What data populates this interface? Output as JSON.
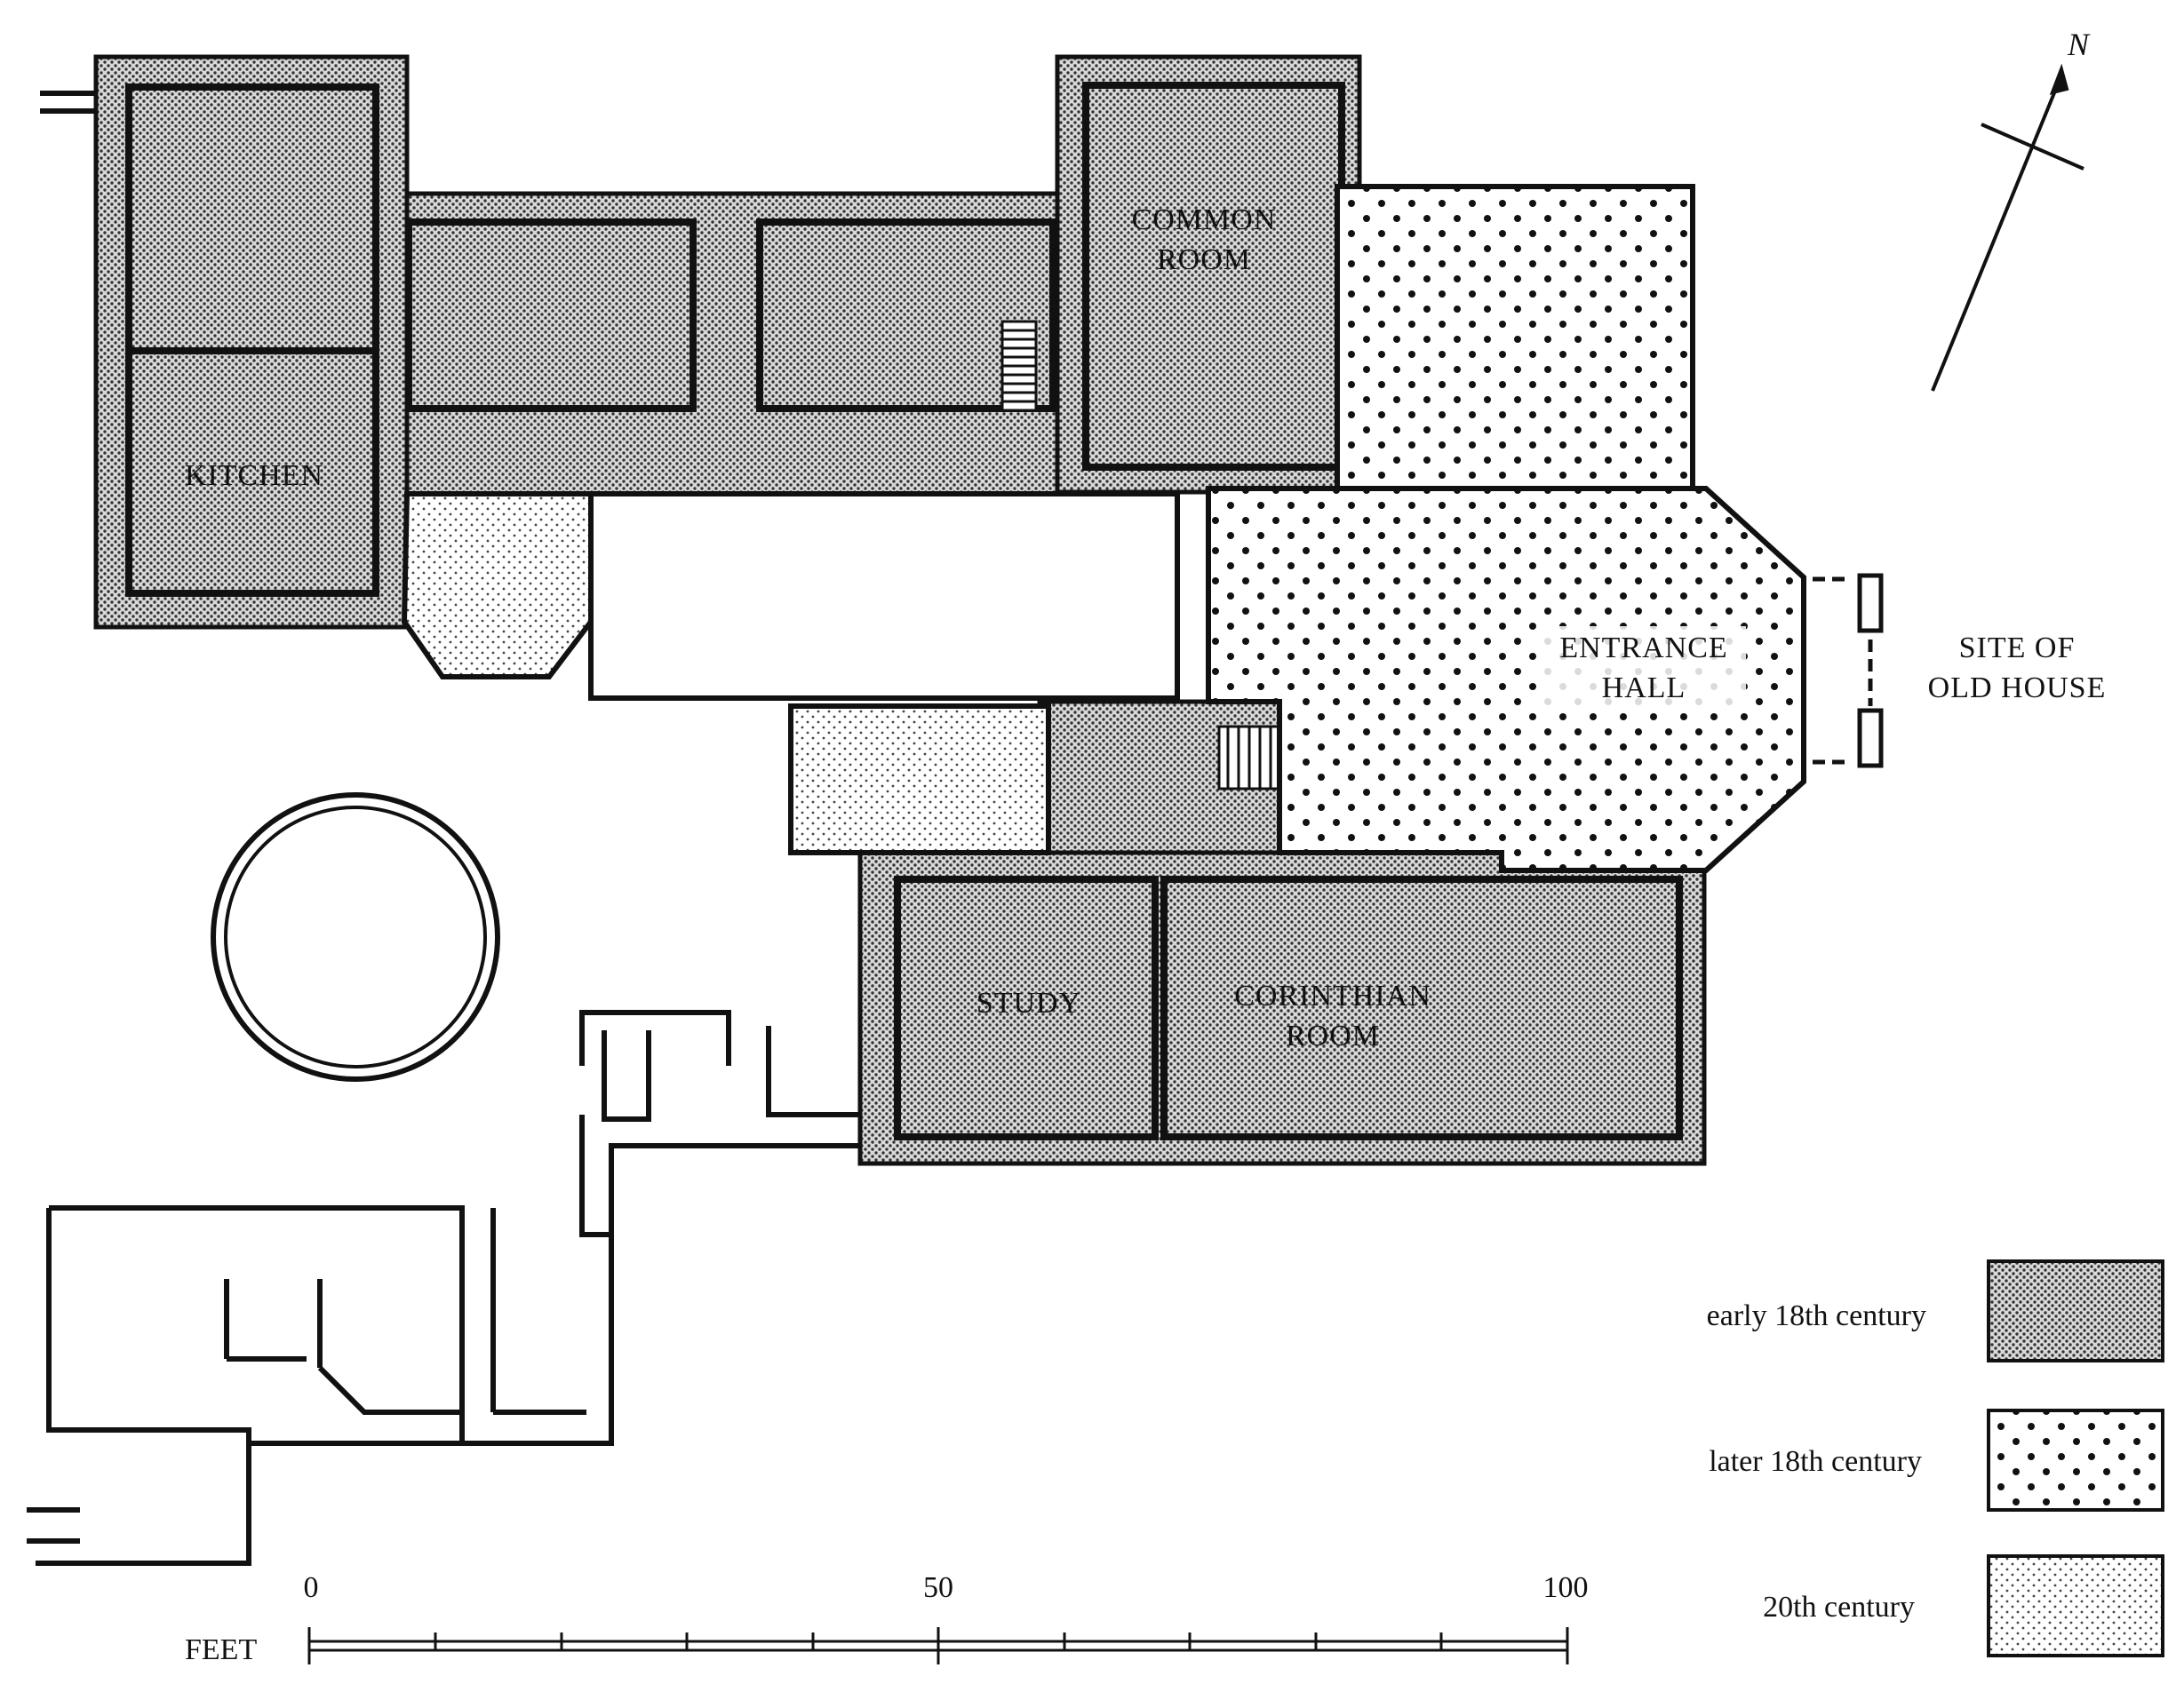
{
  "rooms": {
    "kitchen": "KITCHEN",
    "common_room": [
      "COMMON",
      "ROOM"
    ],
    "entrance_hall": [
      "ENTRANCE",
      "HALL"
    ],
    "site_old_house": [
      "SITE OF",
      "OLD HOUSE"
    ],
    "study": "STUDY",
    "corinthian_room": [
      "CORINTHIAN",
      "ROOM"
    ]
  },
  "compass": {
    "label": "N"
  },
  "legend": [
    {
      "label": "early 18th century",
      "pattern": "dense-dots"
    },
    {
      "label": "later 18th century",
      "pattern": "large-dots"
    },
    {
      "label": "20th century",
      "pattern": "fine-grid-dots"
    }
  ],
  "scale": {
    "unit": "FEET",
    "ticks": [
      "0",
      "50",
      "100"
    ]
  },
  "colors": {
    "ink": "#111111",
    "paper": "#ffffff"
  }
}
